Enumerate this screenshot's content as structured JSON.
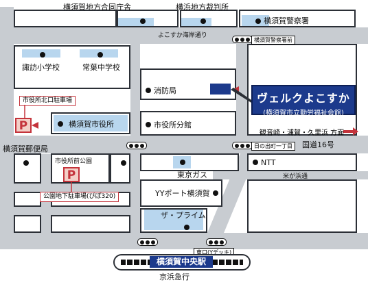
{
  "map": {
    "top_labels": {
      "court": "横須賀地方合同庁舎",
      "district_court": "横浜地方裁判所",
      "police": "横須賀警察署"
    },
    "road_labels": {
      "kaigan_dori": "よこすか海岸通り",
      "route16": "国道16号",
      "beichi": "米が浜通"
    },
    "signals": {
      "police_front": "横須賀警察署前",
      "hinode": "日の出町一丁目",
      "east_exit": "東口(Yデッキ)"
    },
    "places": {
      "suwa_school": "諏訪小学校",
      "tokiwa_school": "常葉中学校",
      "fire_dept": "消防局",
      "city_hall": "横須賀市役所",
      "annex": "市役所分館",
      "post_office": "横須賀郵便局",
      "park": "市役所前公園",
      "tokyo_gas": "東京ガス",
      "ntt": "NTT",
      "yy_port": "YYポート横須賀",
      "prime": "ザ・プライム"
    },
    "parking": {
      "symbol": "P",
      "north": "市役所北口駐車場",
      "underground": "公園地下駐車場(ぴぽ320)"
    },
    "venue": {
      "name": "ヴェルクよこすか",
      "sub": "(横須賀市立勤労福祉会館)"
    },
    "direction": "観音崎・浦賀・久里浜 方面",
    "station": {
      "name": "横須賀中央駅",
      "line": "京浜急行"
    },
    "colors": {
      "building": "#b8d6ee",
      "venue": "#1c3a8c",
      "parking": "#c4333b",
      "road": "#c8ccd1"
    }
  }
}
